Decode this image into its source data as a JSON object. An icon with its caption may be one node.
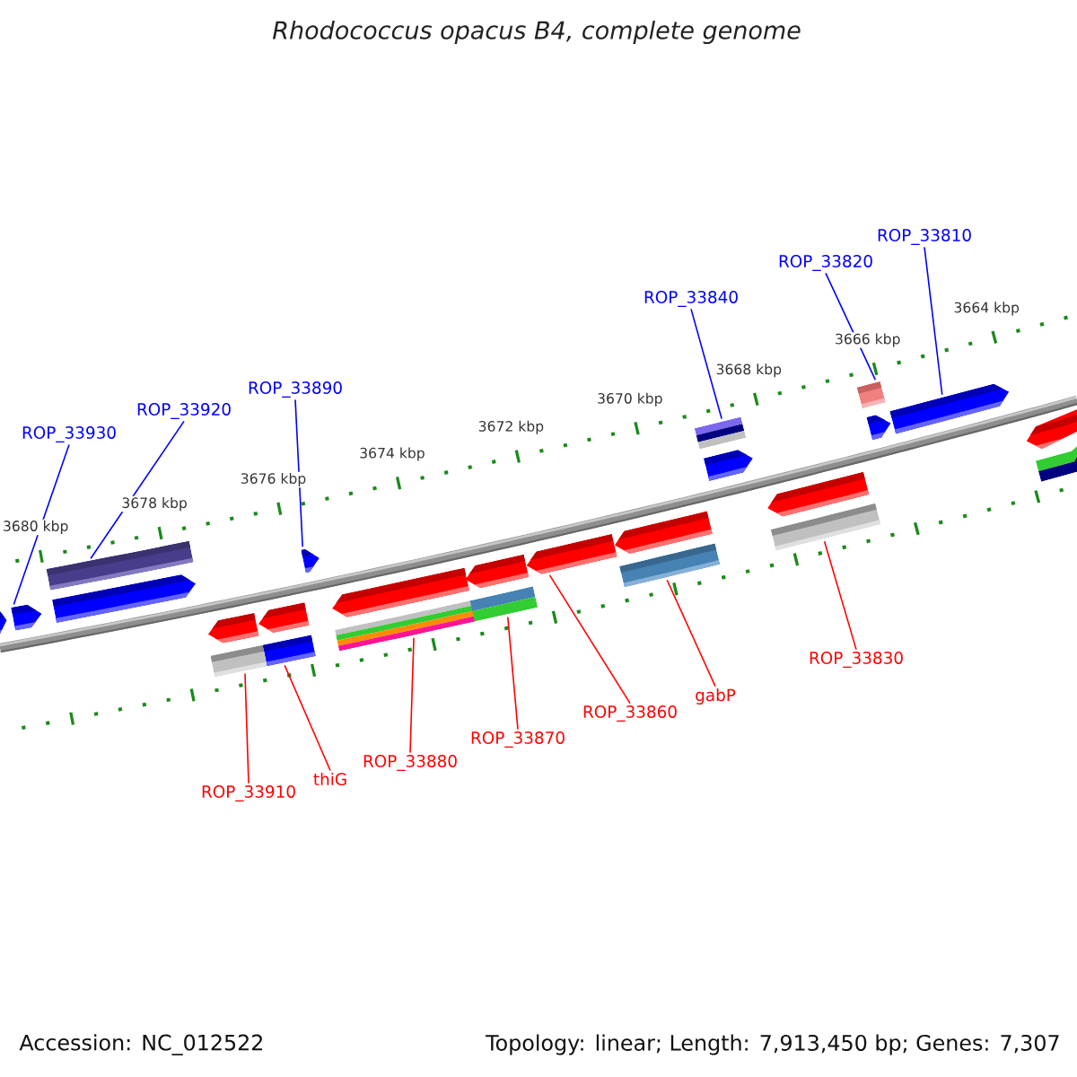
{
  "diagram": {
    "title": "Rhodococcus opacus B4, complete genome",
    "nodes": [
      {
        "text": [
          "ROP_33930"
        ]
      },
      {
        "text": [
          "ROP_33920"
        ]
      },
      {
        "text": [
          "ROP_33890"
        ]
      },
      {
        "text": [
          "ROP_33840"
        ]
      },
      {
        "text": [
          "ROP_33820"
        ]
      },
      {
        "text": [
          "ROP_33810"
        ]
      },
      {
        "text": [
          "ROP_33910"
        ]
      },
      {
        "text": [
          "thiG"
        ]
      },
      {
        "text": [
          "ROP_33880"
        ]
      },
      {
        "text": [
          "ROP_33870"
        ]
      },
      {
        "text": [
          "ROP_33860"
        ]
      },
      {
        "text": [
          "gabP"
        ]
      },
      {
        "text": [
          "ROP_33830"
        ]
      },
      {
        "text": [],
        "shape": "arrow"
      },
      {
        "text": [],
        "shape": "arrow"
      },
      {
        "text": [],
        "shape": "arrow"
      },
      {
        "text": [],
        "shape": "bar"
      },
      {
        "text": [],
        "shape": "arrow"
      },
      {
        "text": [],
        "shape": "arrow"
      },
      {
        "text": [],
        "shape": "bar"
      },
      {
        "text": [],
        "shape": "arrow"
      },
      {
        "text": [],
        "shape": "bar"
      },
      {
        "text": [],
        "shape": "arrow"
      },
      {
        "text": [],
        "shape": "arrow"
      },
      {
        "text": [],
        "shape": "bar"
      },
      {
        "text": [],
        "shape": "arrow"
      },
      {
        "text": [],
        "shape": "bar"
      },
      {
        "text": [],
        "shape": "arrow"
      },
      {
        "text": [],
        "shape": "bar"
      },
      {
        "text": [],
        "shape": "arrow"
      },
      {
        "text": [],
        "shape": "bar"
      },
      {
        "text": [],
        "shape": "arrow"
      },
      {
        "text": [],
        "shape": "arrow"
      },
      {
        "text": [],
        "shape": "bar"
      },
      {
        "text": [],
        "shape": "arrow"
      },
      {
        "text": [],
        "shape": "bar"
      },
      {
        "text": [],
        "shape": "arrow"
      },
      {
        "text": [],
        "shape": "bar"
      }
    ],
    "edges": [
      {
        "from": 0,
        "to": 14,
        "arrow": "none",
        "color": "#0000ff"
      },
      {
        "from": 1,
        "to": 16,
        "arrow": "none",
        "color": "#0000ff"
      },
      {
        "from": 2,
        "to": 17,
        "arrow": "none",
        "color": "#0000ff"
      },
      {
        "from": 3,
        "to": 19,
        "arrow": "none",
        "color": "#0000ff"
      },
      {
        "from": 4,
        "to": 21,
        "arrow": "none",
        "color": "#0000ff"
      },
      {
        "from": 5,
        "to": 22,
        "arrow": "none",
        "color": "#0000ff"
      },
      {
        "from": 6,
        "to": 24,
        "arrow": "none"
      },
      {
        "from": 7,
        "to": 26,
        "arrow": "none"
      },
      {
        "from": 8,
        "to": 28,
        "arrow": "none"
      },
      {
        "from": 9,
        "to": 30,
        "arrow": "none"
      },
      {
        "from": 10,
        "to": 31,
        "arrow": "none"
      },
      {
        "from": 11,
        "to": 33,
        "arrow": "none"
      },
      {
        "from": 12,
        "to": 35,
        "arrow": "none"
      }
    ],
    "labels": [
      "3680 kbp",
      "3678 kbp",
      "3676 kbp",
      "3674 kbp",
      "3672 kbp",
      "3670 kbp",
      "3668 kbp",
      "3666 kbp",
      "3664 kbp",
      "Accession: NC_012522",
      "Topology: linear; Length: 7,913,450 bp; Genes: 7,307"
    ]
  }
}
